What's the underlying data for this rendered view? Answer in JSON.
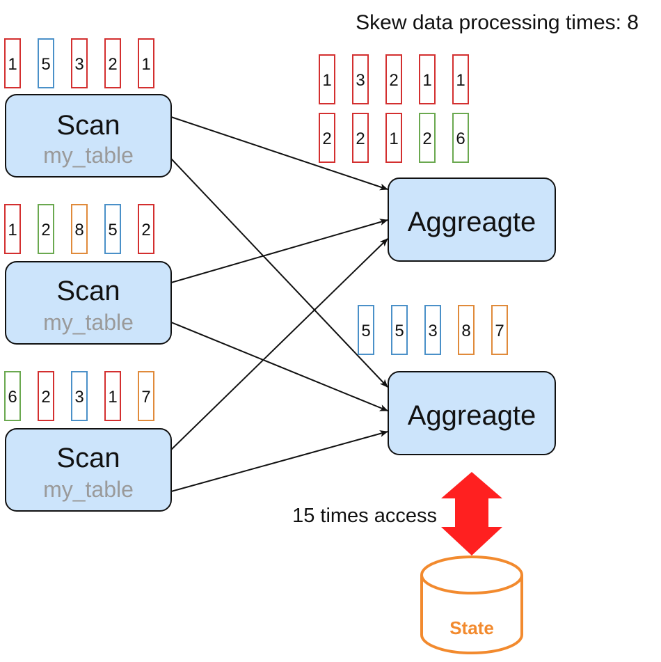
{
  "header": {
    "title": "Skew data processing times: 8"
  },
  "colors": {
    "red": "#d32f2f",
    "blue": "#4a90c8",
    "orange": "#e08a3a",
    "green": "#6aa84f",
    "node_fill": "#cce4fb",
    "node_stroke": "#111111",
    "subtitle_gray": "#9a9a9a",
    "double_arrow": "#ff2020",
    "state_orange": "#f28a2e"
  },
  "scans": [
    {
      "label": "Scan",
      "table": "my_table",
      "tokens": [
        {
          "v": "1",
          "c": "red"
        },
        {
          "v": "5",
          "c": "blue"
        },
        {
          "v": "3",
          "c": "red"
        },
        {
          "v": "2",
          "c": "red"
        },
        {
          "v": "1",
          "c": "red"
        }
      ]
    },
    {
      "label": "Scan",
      "table": "my_table",
      "tokens": [
        {
          "v": "1",
          "c": "red"
        },
        {
          "v": "2",
          "c": "green"
        },
        {
          "v": "8",
          "c": "orange"
        },
        {
          "v": "5",
          "c": "blue"
        },
        {
          "v": "2",
          "c": "red"
        }
      ]
    },
    {
      "label": "Scan",
      "table": "my_table",
      "tokens": [
        {
          "v": "6",
          "c": "green"
        },
        {
          "v": "2",
          "c": "red"
        },
        {
          "v": "3",
          "c": "blue"
        },
        {
          "v": "1",
          "c": "red"
        },
        {
          "v": "7",
          "c": "orange"
        }
      ]
    }
  ],
  "aggregates": [
    {
      "label": "Aggreagte",
      "tokens": [
        [
          {
            "v": "1",
            "c": "red"
          },
          {
            "v": "3",
            "c": "red"
          },
          {
            "v": "2",
            "c": "red"
          },
          {
            "v": "1",
            "c": "red"
          },
          {
            "v": "1",
            "c": "red"
          }
        ],
        [
          {
            "v": "2",
            "c": "red"
          },
          {
            "v": "2",
            "c": "red"
          },
          {
            "v": "1",
            "c": "red"
          },
          {
            "v": "2",
            "c": "green"
          },
          {
            "v": "6",
            "c": "green"
          }
        ]
      ]
    },
    {
      "label": "Aggreagte",
      "tokens": [
        [
          {
            "v": "5",
            "c": "blue"
          },
          {
            "v": "5",
            "c": "blue"
          },
          {
            "v": "3",
            "c": "blue"
          },
          {
            "v": "8",
            "c": "orange"
          },
          {
            "v": "7",
            "c": "orange"
          }
        ]
      ]
    }
  ],
  "edges": [
    {
      "from": 0,
      "to": 0
    },
    {
      "from": 0,
      "to": 1
    },
    {
      "from": 1,
      "to": 0
    },
    {
      "from": 1,
      "to": 1
    },
    {
      "from": 2,
      "to": 0
    },
    {
      "from": 2,
      "to": 1
    }
  ],
  "access": {
    "label": "15 times access"
  },
  "state": {
    "label": "State"
  }
}
